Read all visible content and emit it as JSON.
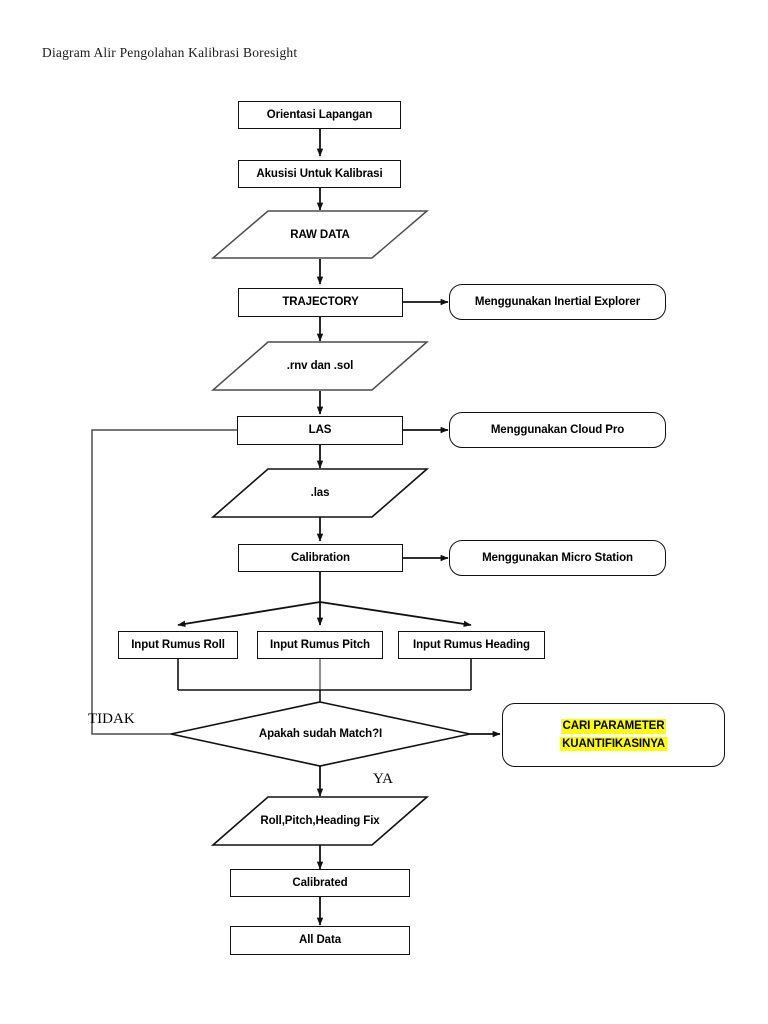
{
  "title": "Diagram Alir Pengolahan Kalibrasi Boresight",
  "colors": {
    "stroke": "#111111",
    "thin_stroke": "#4d4d4d",
    "highlight": "#FFFF00",
    "text": "#000000",
    "background": "#ffffff"
  },
  "nodes": {
    "orientasi": {
      "label": "Orientasi Lapangan",
      "shape": "process"
    },
    "akusisi": {
      "label": "Akusisi Untuk Kalibrasi",
      "shape": "process"
    },
    "raw_data": {
      "label": "RAW DATA",
      "shape": "data"
    },
    "trajectory": {
      "label": "TRAJECTORY",
      "shape": "process"
    },
    "inertial_explorer": {
      "label": "Menggunakan Inertial Explorer",
      "shape": "rounded"
    },
    "rnv_sol": {
      "label": ".rnv dan .sol",
      "shape": "data"
    },
    "las_upper": {
      "label": "LAS",
      "shape": "process"
    },
    "cloud_pro": {
      "label": "Menggunakan Cloud Pro",
      "shape": "rounded"
    },
    "las_lower": {
      "label": ".las",
      "shape": "data"
    },
    "calibration": {
      "label": "Calibration",
      "shape": "process"
    },
    "micro_station": {
      "label": "Menggunakan Micro Station",
      "shape": "rounded"
    },
    "input_roll": {
      "label": "Input Rumus Roll",
      "shape": "process"
    },
    "input_pitch": {
      "label": "Input Rumus Pitch",
      "shape": "process"
    },
    "input_heading": {
      "label": "Input Rumus Heading",
      "shape": "process"
    },
    "decision_match": {
      "label": "Apakah sudah Match?I",
      "shape": "decision"
    },
    "cari_parameter": {
      "shape": "rounded",
      "highlighted": true,
      "label_line1": "CARI PARAMETER",
      "label_line2": "KUANTIFIKASINYA"
    },
    "rph_fix": {
      "label": "Roll,Pitch,Heading Fix",
      "shape": "data"
    },
    "calibrated": {
      "label": "Calibrated",
      "shape": "process"
    },
    "all_data": {
      "label": "All Data",
      "shape": "process"
    }
  },
  "edge_labels": {
    "tidak": "TIDAK",
    "ya": "YA"
  }
}
